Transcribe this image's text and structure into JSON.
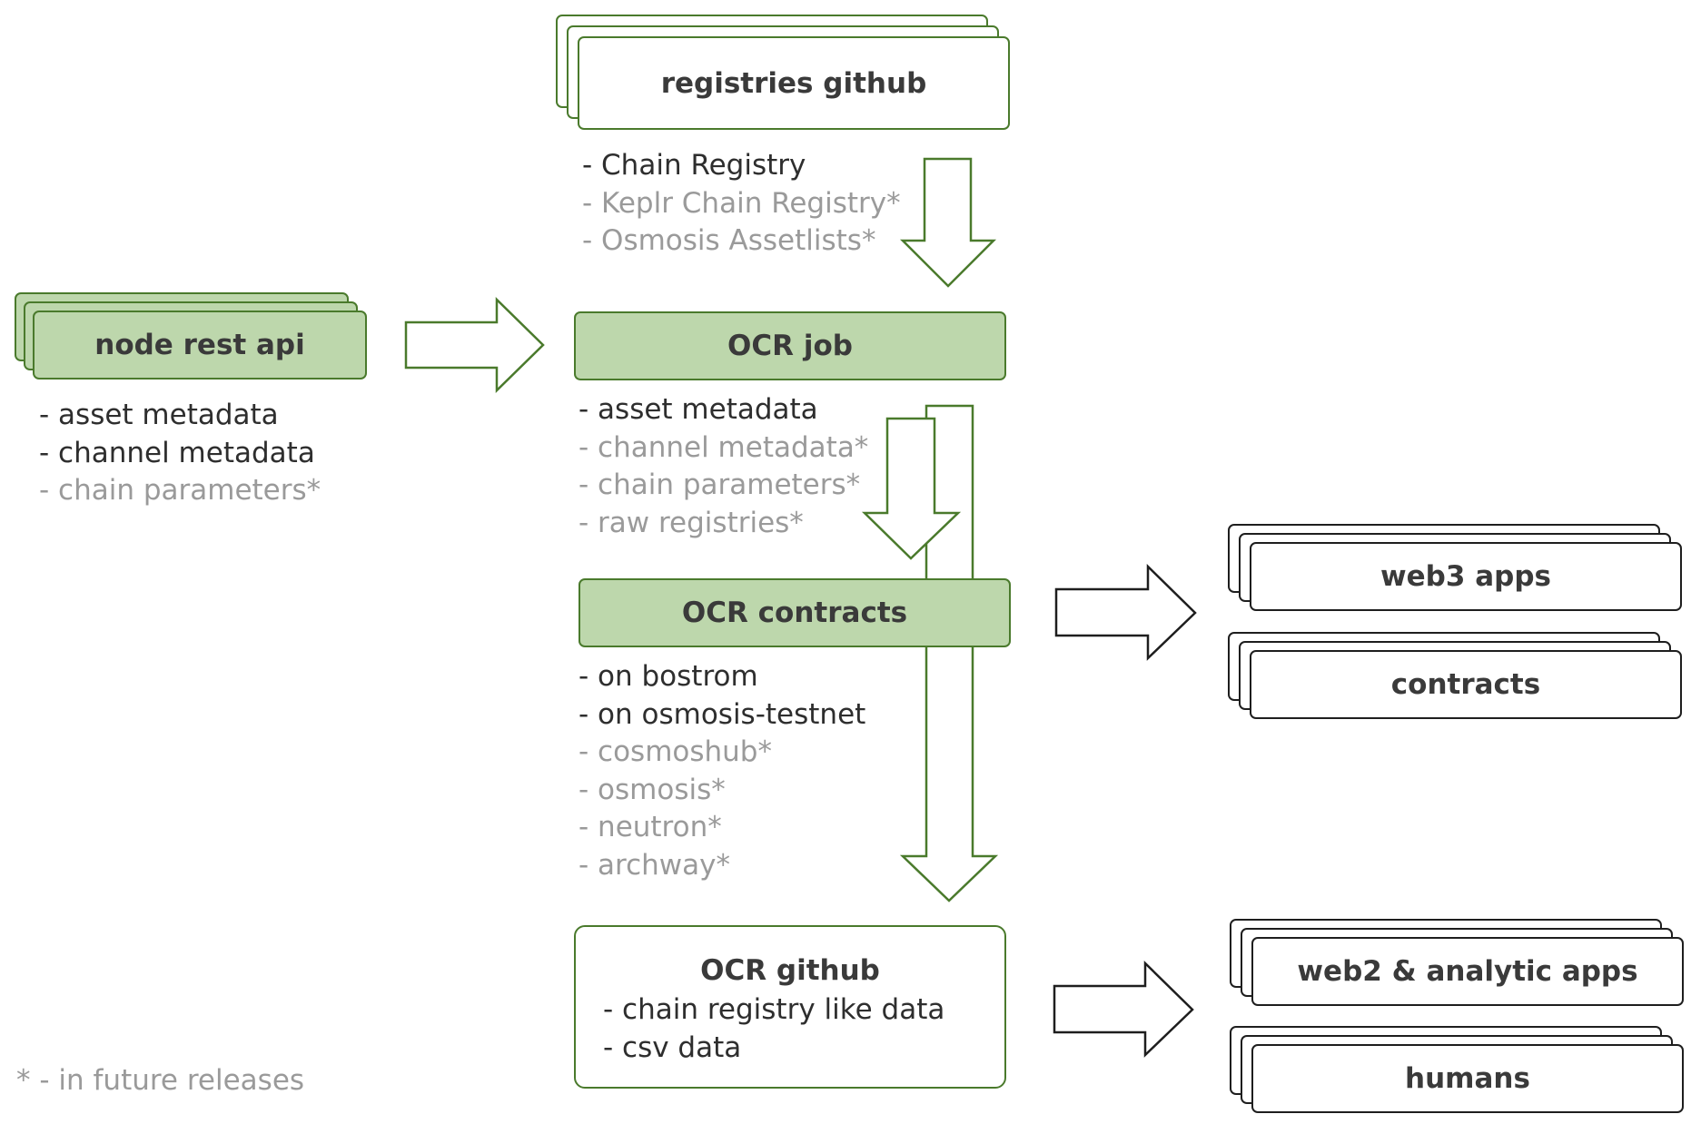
{
  "nodes": {
    "registries_github": "registries github",
    "node_rest_api": "node rest api",
    "ocr_job": "OCR job",
    "ocr_contracts": "OCR contracts",
    "ocr_github": "OCR github",
    "web3_apps": "web3 apps",
    "contracts": "contracts",
    "web2_apps": "web2 & analytic apps",
    "humans": "humans"
  },
  "lists": {
    "registries": [
      {
        "text": "- Chain Registry",
        "future": false
      },
      {
        "text": "- Keplr Chain Registry*",
        "future": true
      },
      {
        "text": "- Osmosis Assetlists*",
        "future": true
      }
    ],
    "node_api": [
      {
        "text": "- asset metadata",
        "future": false
      },
      {
        "text": "- channel metadata",
        "future": false
      },
      {
        "text": "- chain parameters*",
        "future": true
      }
    ],
    "ocr_job": [
      {
        "text": "- asset metadata",
        "future": false
      },
      {
        "text": "- channel metadata*",
        "future": true
      },
      {
        "text": "- chain parameters*",
        "future": true
      },
      {
        "text": "- raw registries*",
        "future": true
      }
    ],
    "ocr_contracts": [
      {
        "text": "- on bostrom",
        "future": false
      },
      {
        "text": "- on osmosis-testnet",
        "future": false
      },
      {
        "text": "- cosmoshub*",
        "future": true
      },
      {
        "text": "- osmosis*",
        "future": true
      },
      {
        "text": "- neutron*",
        "future": true
      },
      {
        "text": "- archway*",
        "future": true
      }
    ],
    "ocr_github": [
      "- chain registry like data",
      "- csv data"
    ]
  },
  "footnote": "* - in future releases",
  "colors": {
    "green_outline": "#4a7a2c",
    "green_fill": "#bdd7ac",
    "dark_outline": "#1e1e1e",
    "future_text": "#9a9a9a",
    "main_text": "#2e2e2e"
  }
}
